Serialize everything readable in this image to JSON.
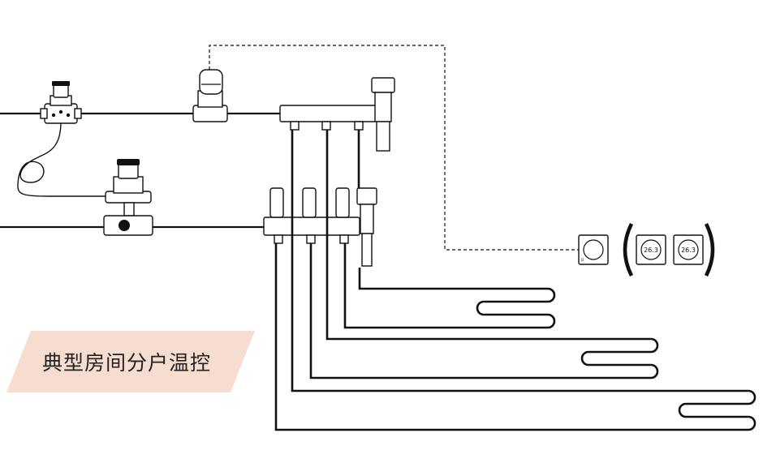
{
  "caption": "典型房间分户温控",
  "colors": {
    "line": "#111111",
    "banner": "#f7dcd0",
    "text": "#222222"
  },
  "thermostat_displays": [
    "26.3",
    "26.3"
  ]
}
